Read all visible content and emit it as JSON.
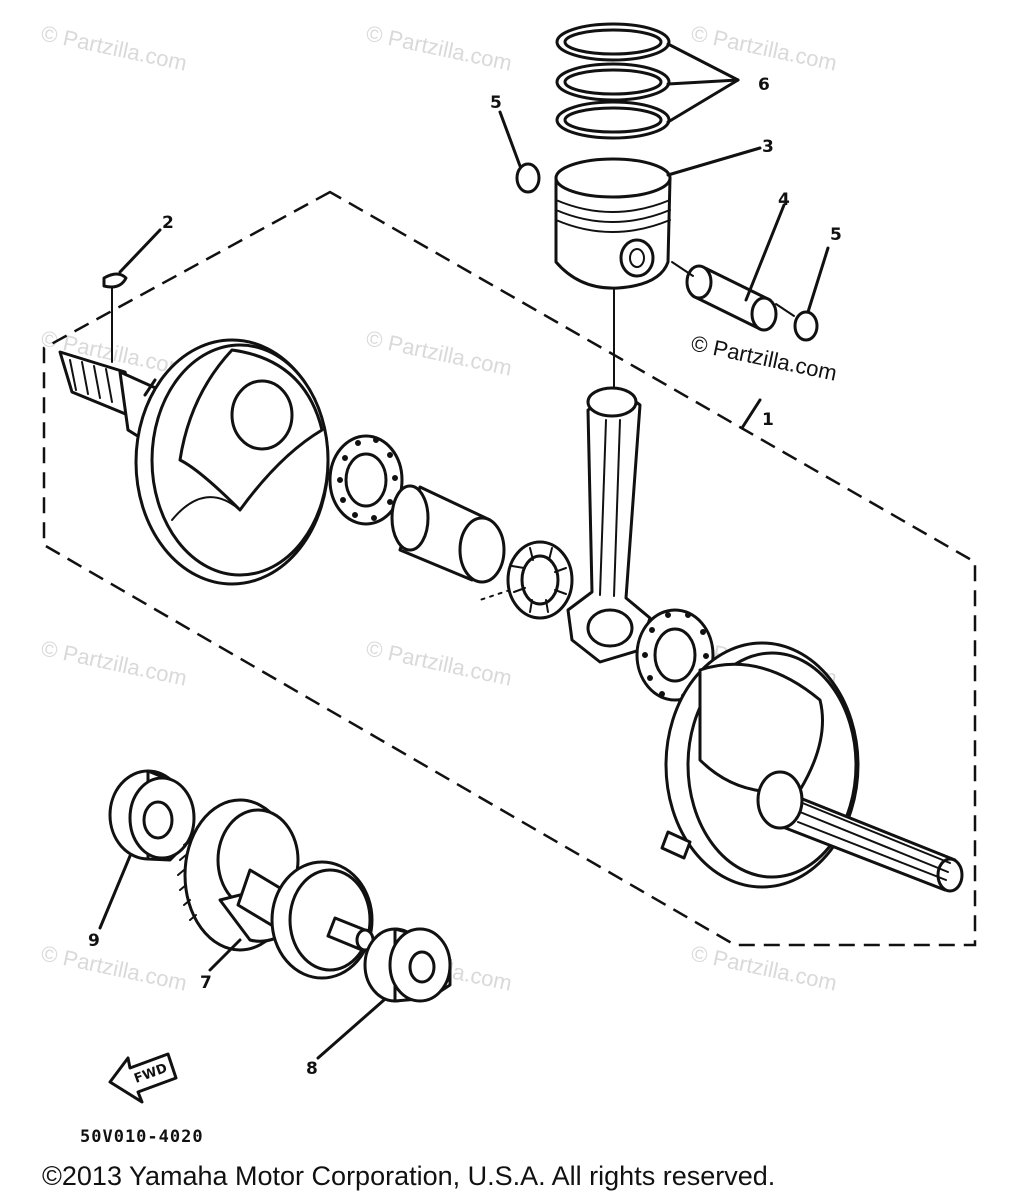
{
  "watermark": "© Partzilla.com",
  "watermark_main": "© Partzilla.com",
  "callouts": {
    "c1": "1",
    "c2": "2",
    "c3": "3",
    "c4": "4",
    "c5a": "5",
    "c5b": "5",
    "c6": "6",
    "c7": "7",
    "c8": "8",
    "c9": "9"
  },
  "fwd_label": "FWD",
  "diagram_code": "50V010-4020",
  "copyright": "©2013 Yamaha Motor Corporation, U.S.A. All rights reserved."
}
